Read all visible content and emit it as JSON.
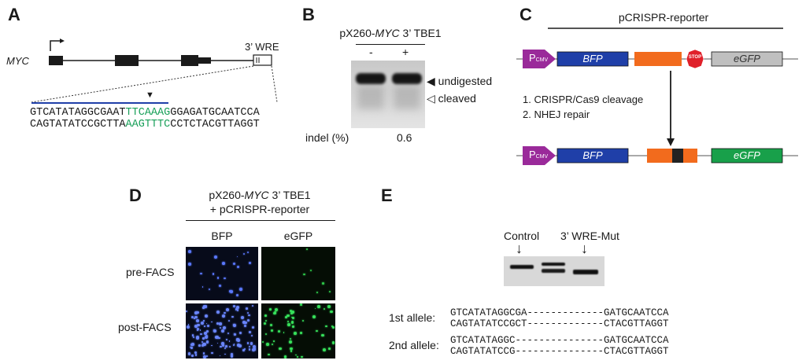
{
  "panel_labels": {
    "a": "A",
    "b": "B",
    "c": "C",
    "d": "D",
    "e": "E"
  },
  "panelA": {
    "gene": "MYC",
    "wre_label": "3’ WRE",
    "seq_top_pre": "GTCATATAGGCGAAT",
    "seq_top_green": "TTCAAAG",
    "seq_top_post": "GGAGATGCAATCCA",
    "seq_bot_pre": "CAGTATATCCGCTTA",
    "seq_bot_green": "AAGTTTC",
    "seq_bot_post": "CCTCTACGTTAGGT",
    "cut_marker": "▼"
  },
  "panelB": {
    "title_pre": "pX260-",
    "title_ital": "MYC",
    "title_post": " 3’ TBE1",
    "lane_minus": "-",
    "lane_plus": "+",
    "undigested": "◀ undigested",
    "cleaved": "◁ cleaved",
    "indel_label": "indel (%)",
    "indel_value": "0.6"
  },
  "panelC": {
    "title": "pCRISPR-reporter",
    "promoter": "P",
    "promoter_sub": "CMV",
    "bfp": "BFP",
    "stop": "STOP",
    "egfp": "eGFP",
    "step1": "1.  CRISPR/Cas9 cleavage",
    "step2": "2.  NHEJ repair"
  },
  "panelD": {
    "title_line1_pre": "pX260-",
    "title_line1_ital": "MYC",
    "title_line1_post": " 3’ TBE1",
    "title_line2": "+ pCRISPR-reporter",
    "col1": "BFP",
    "col2": "eGFP",
    "row1": "pre-FACS",
    "row2": "post-FACS"
  },
  "panelE": {
    "control": "Control",
    "mut": "3’ WRE-Mut",
    "arrow": "↓",
    "allele1": "1st allele:",
    "allele2": "2nd allele:",
    "a1_top": "GTCATATAGGCGA-------------GATGCAATCCA",
    "a1_bot": "CAGTATATCCGCT-------------CTACGTTAGGT",
    "a2_top": "GTCATATAGGC---------------GATGCAATCCA",
    "a2_bot": "CAGTATATCCG---------------CTACGTTAGGT"
  },
  "colors": {
    "green": "#1aa05a",
    "blue": "#1f3fa8",
    "purple": "#9a2a9a",
    "orange": "#f26b1d",
    "stop": "#e0202a",
    "egfp_gray": "#bfbfbf",
    "egfp_green": "#18a04a"
  }
}
